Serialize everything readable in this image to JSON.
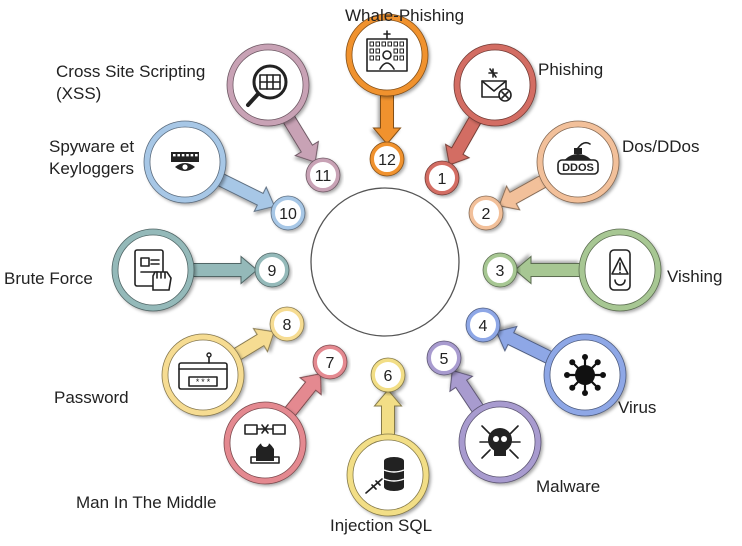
{
  "diagram": {
    "center_label": "",
    "threats": [
      {
        "number": "1",
        "label": "Phishing",
        "color": "#d36d63",
        "icon": "envelope-virus-icon"
      },
      {
        "number": "2",
        "label": "Dos/DDos",
        "color": "#f2c09a",
        "icon": "ddos-bomb-icon"
      },
      {
        "number": "3",
        "label": "Vishing",
        "color": "#a7c793",
        "icon": "phone-alert-icon"
      },
      {
        "number": "4",
        "label": "Virus",
        "color": "#8ea7e6",
        "icon": "virus-icon"
      },
      {
        "number": "5",
        "label": "Malware",
        "color": "#a89bcf",
        "icon": "skull-bug-icon"
      },
      {
        "number": "6",
        "label": "Injection SQL",
        "color": "#f2de86",
        "icon": "database-syringe-icon"
      },
      {
        "number": "7",
        "label": "Man In The Middle",
        "color": "#e48990",
        "icon": "hacker-network-icon"
      },
      {
        "number": "8",
        "label": "Password",
        "color": "#f6dc92",
        "icon": "password-screen-icon"
      },
      {
        "number": "9",
        "label": "Brute Force",
        "color": "#94b9b9",
        "icon": "fist-lock-icon"
      },
      {
        "number": "10",
        "label": "Spyware et\nKeyloggers",
        "color": "#a7c7e6",
        "icon": "keyboard-eye-icon"
      },
      {
        "number": "11",
        "label": "Cross Site Scripting\n(XSS)",
        "color": "#c8a2b5",
        "icon": "magnifier-grid-icon"
      },
      {
        "number": "12",
        "label": "Whale-Phishing",
        "color": "#f0922e",
        "icon": "building-person-icon"
      }
    ]
  }
}
